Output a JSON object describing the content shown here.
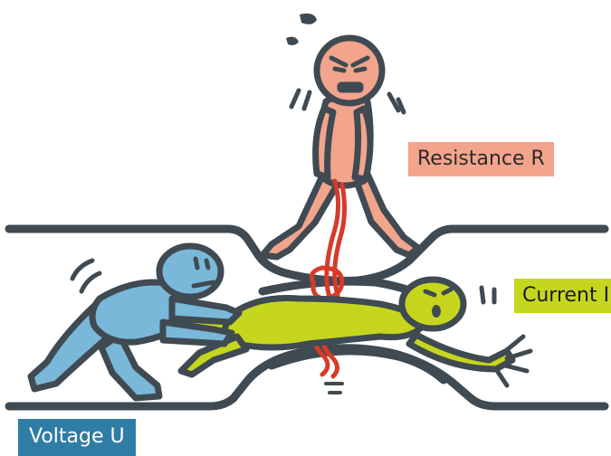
{
  "labels": {
    "resistance": "Resistance R",
    "current": "Current I",
    "voltage": "Voltage U"
  },
  "colors": {
    "resistance": "#f2a48c",
    "current": "#c6d61e",
    "voltage": "#2e7da6",
    "voltage_figure": "#7ab8d9",
    "outline": "#3f4a52",
    "rope": "#d83a2a"
  }
}
